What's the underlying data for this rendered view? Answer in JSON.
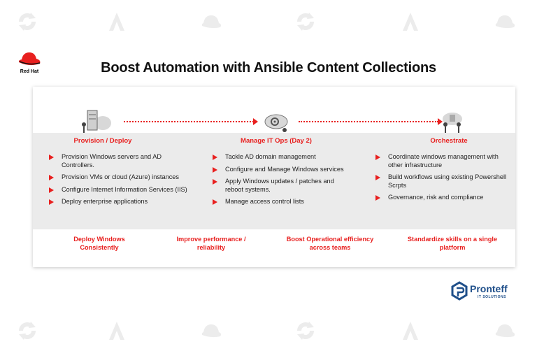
{
  "brand": {
    "name": "Red Hat"
  },
  "title": "Boost Automation with Ansible Content Collections",
  "columns": [
    {
      "title": "Provision / Deploy",
      "icon": "server-cloud-icon",
      "items": [
        "Provision Windows servers and AD Controllers.",
        "Provision VMs or cloud (Azure) instances",
        "Configure Internet Information Services (IIS)",
        "Deploy enterprise applications"
      ]
    },
    {
      "title": "Manage IT Ops (Day 2)",
      "icon": "cloud-gear-icon",
      "items": [
        "Tackle AD domain management",
        "Configure and Manage Windows services",
        "Apply Windows updates / patches and reboot systems.",
        "Manage access control lists"
      ]
    },
    {
      "title": "Orchestrate",
      "icon": "team-orchestration-icon",
      "items": [
        "Coordinate windows management with other infrastructure",
        "Build workflows using existing Powershell Scrpts",
        "Governance, risk and compliance"
      ]
    }
  ],
  "outcomes": [
    "Deploy Windows Consistently",
    "Improve performance / reliability",
    "Boost Operational efficiency across teams",
    "Standardize skills on a single platform"
  ],
  "footer_logo": {
    "name": "Pronteff",
    "tagline": "IT SOLUTIONS"
  },
  "colors": {
    "accent": "#e8201f",
    "band": "#ebebeb",
    "logo_blue": "#1f4f8a",
    "watermark": "#eeeeee"
  }
}
